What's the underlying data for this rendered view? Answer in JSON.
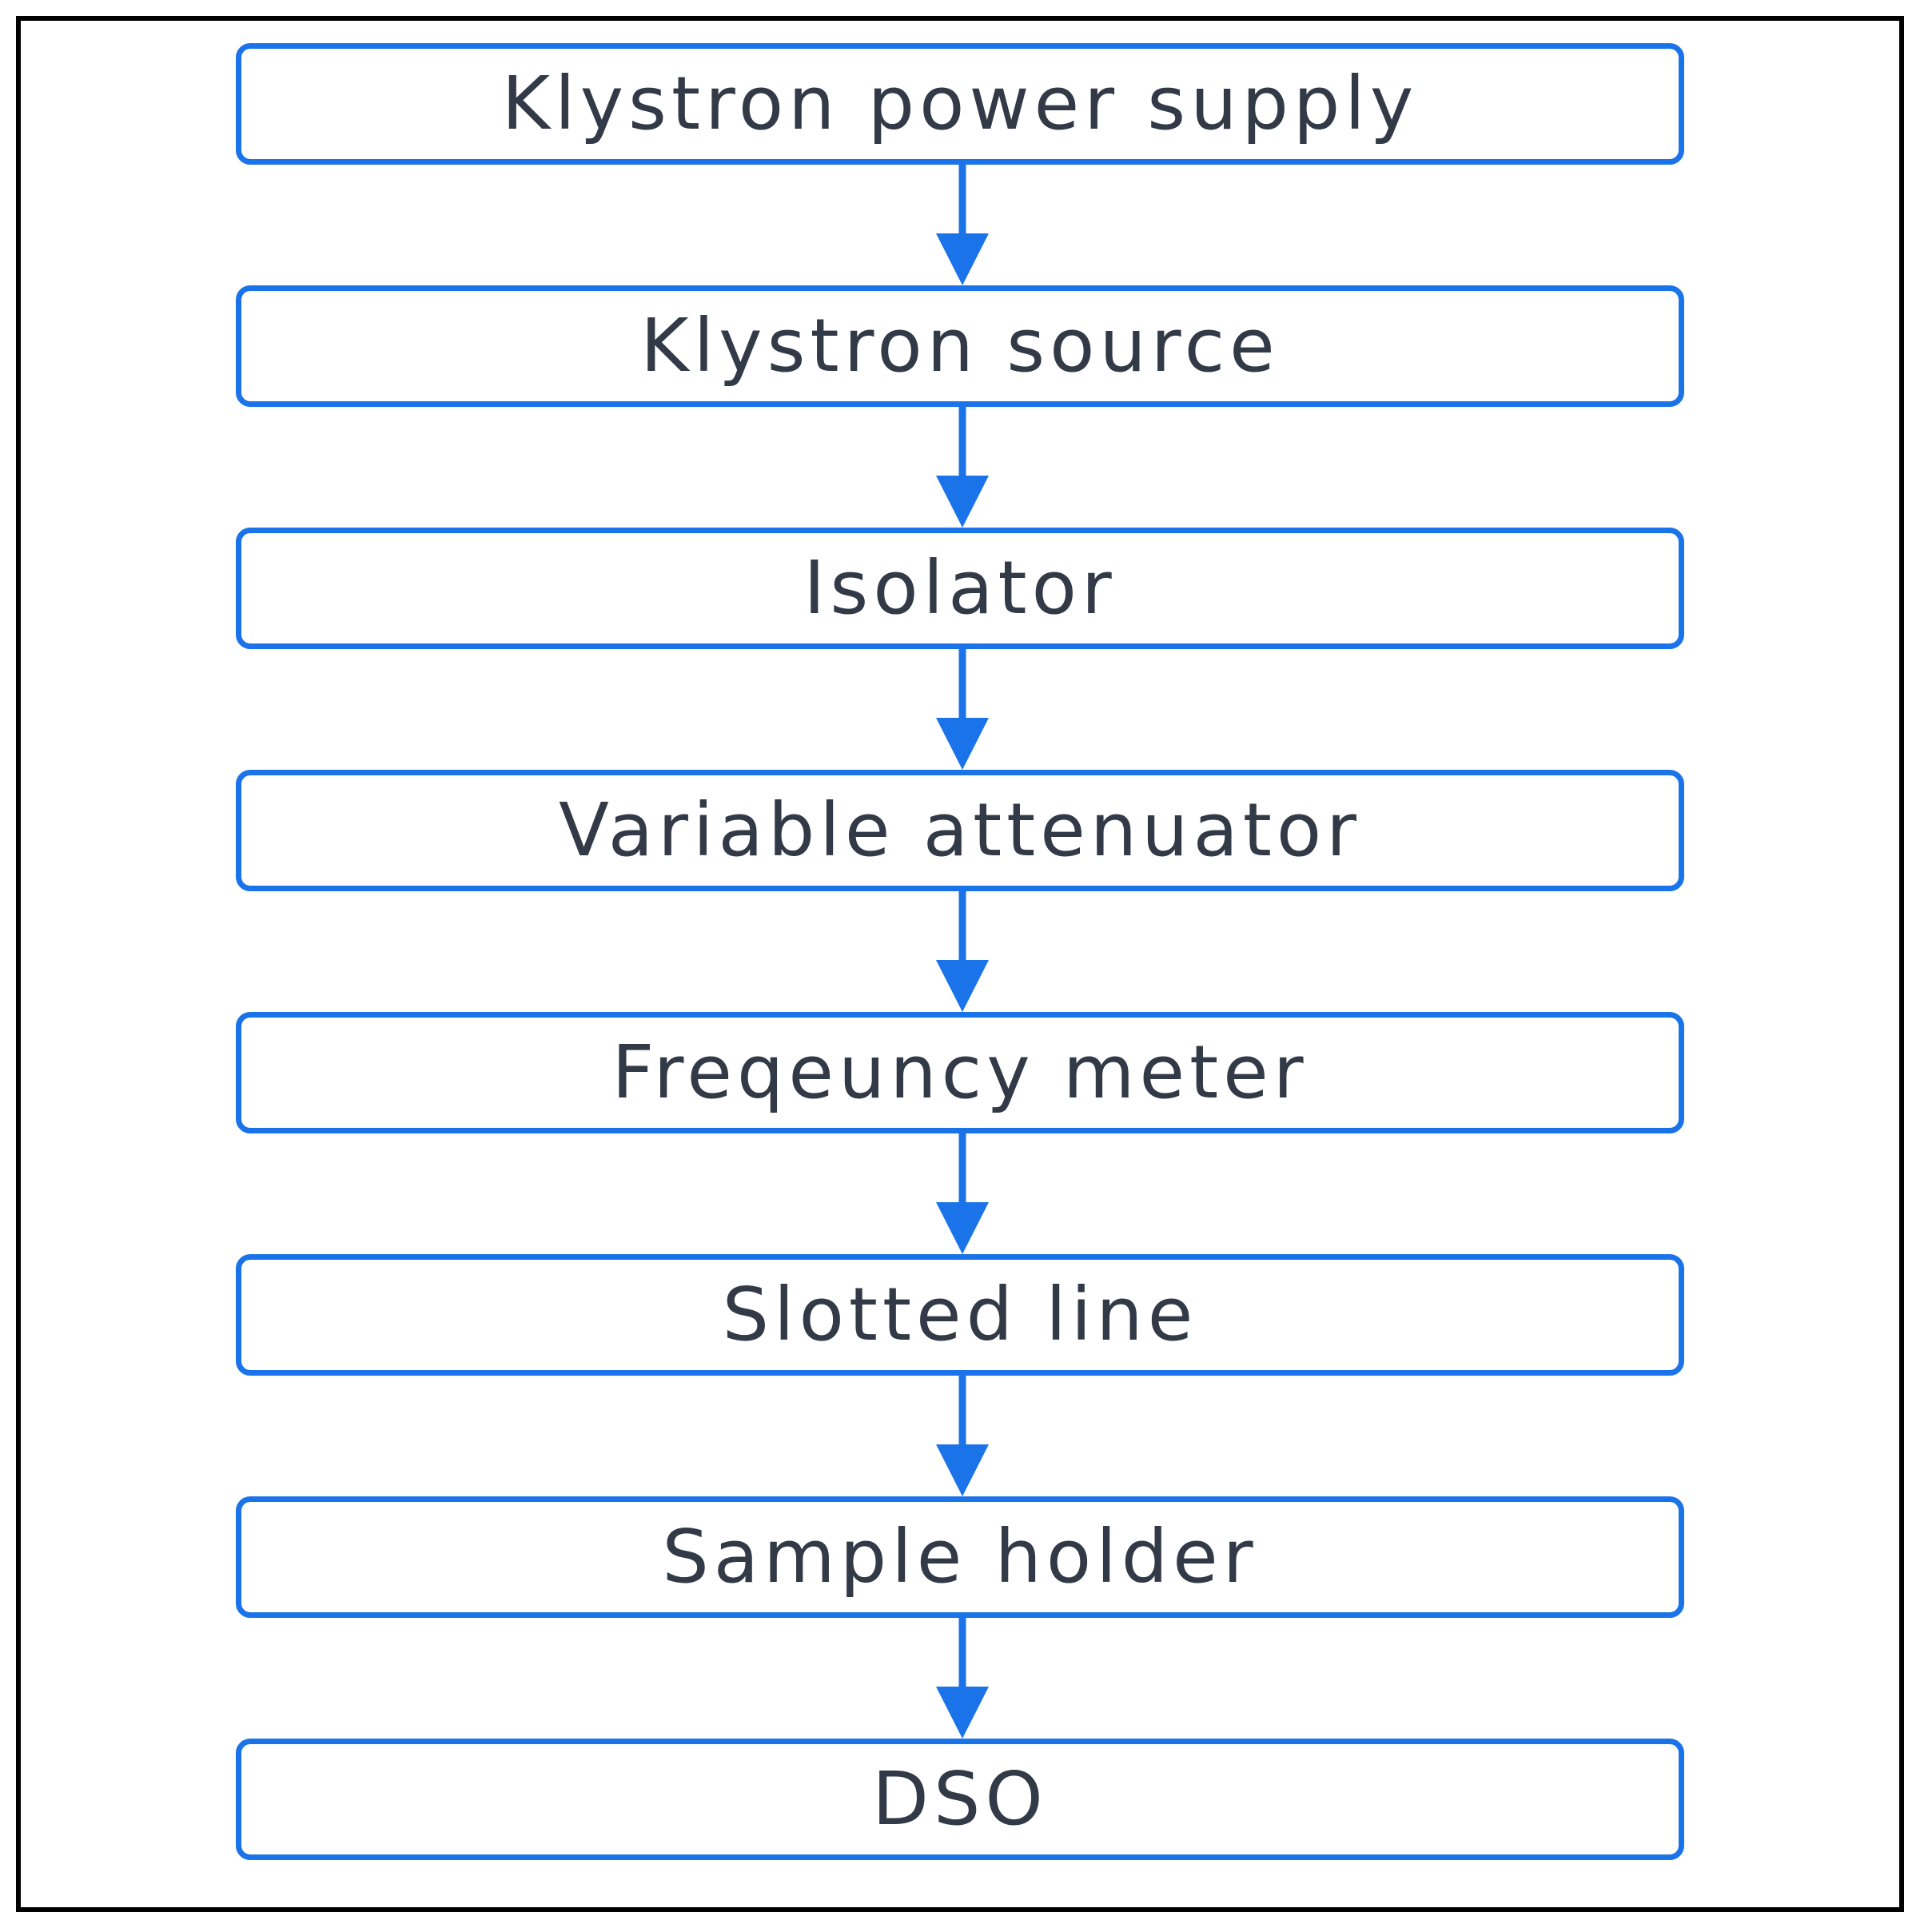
{
  "colors": {
    "border": "#1a73e8",
    "arrow": "#1a73e8",
    "text": "#333a47",
    "frame": "#000000"
  },
  "flowchart": {
    "nodes": [
      {
        "label": "Klystron power supply"
      },
      {
        "label": "Klystron source"
      },
      {
        "label": "Isolator"
      },
      {
        "label": "Variable attenuator"
      },
      {
        "label": "Freqeuncy meter"
      },
      {
        "label": "Slotted line"
      },
      {
        "label": "Sample holder"
      },
      {
        "label": "DSO"
      }
    ],
    "edge_icon": "arrow-down-icon"
  }
}
